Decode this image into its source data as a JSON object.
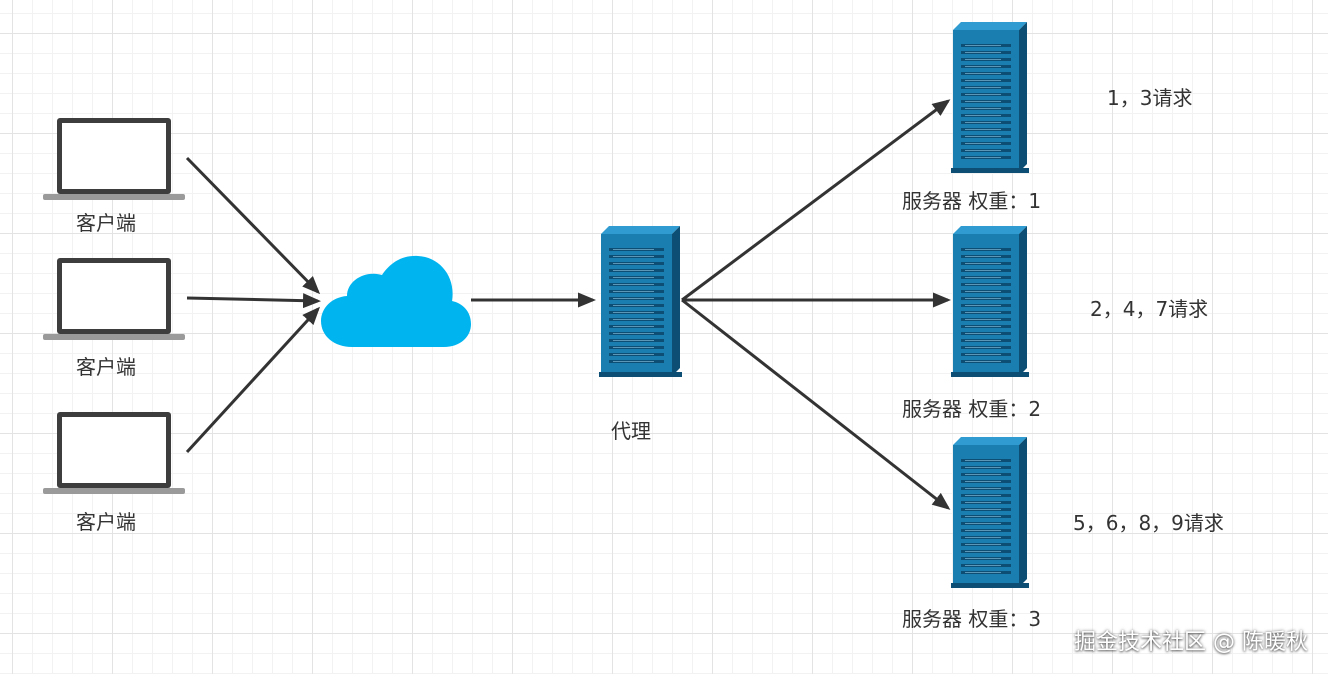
{
  "colors": {
    "server_blue": "#1a7eb0",
    "server_dark": "#0d4f74",
    "server_top": "#2f9bd0",
    "cloud": "#00b4f0",
    "laptop_frame": "#3d3d3d",
    "laptop_base": "#9a9a9a",
    "arrow": "#333333"
  },
  "clients": [
    {
      "label": "客户端",
      "icon": "laptop-icon"
    },
    {
      "label": "客户端",
      "icon": "laptop-icon"
    },
    {
      "label": "客户端",
      "icon": "laptop-icon"
    }
  ],
  "network": {
    "icon": "cloud-icon"
  },
  "proxy": {
    "label": "代理",
    "icon": "server-icon"
  },
  "servers": [
    {
      "label": "服务器 权重：1",
      "requests": "1，3请求",
      "icon": "server-icon"
    },
    {
      "label": "服务器 权重：2",
      "requests": "2，4，7请求",
      "icon": "server-icon"
    },
    {
      "label": "服务器 权重：3",
      "requests": "5，6，8，9请求",
      "icon": "server-icon"
    }
  ],
  "watermark": "掘金技术社区 @ 陈暖秋"
}
